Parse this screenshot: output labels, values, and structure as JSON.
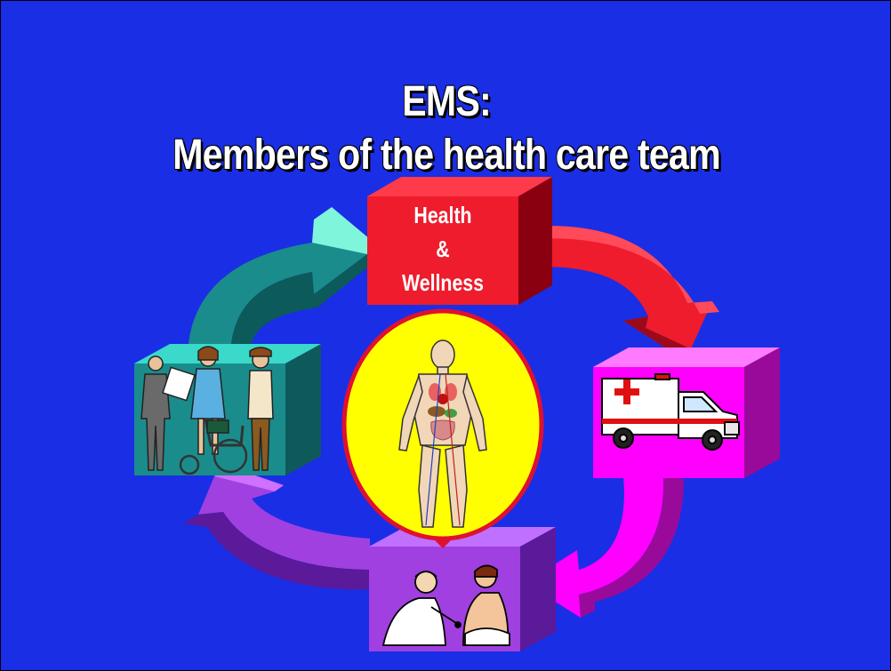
{
  "title": {
    "line1": "EMS:",
    "line2": "Members of the health care team"
  },
  "center_box": {
    "line1": "Health",
    "line2": "&",
    "line3": "Wellness"
  },
  "colors": {
    "background": "#1a2ee6",
    "health_box": "#ee1c2c",
    "ambulance_box": "#ff00ff",
    "physician_box": "#a040e0",
    "staff_box": "#1a8c8c",
    "center_circle": "#ffff00",
    "circle_border": "#e01030"
  },
  "icons": [
    "ambulance-icon",
    "hospital-staff-icon",
    "physician-patient-icon",
    "human-anatomy-icon"
  ]
}
